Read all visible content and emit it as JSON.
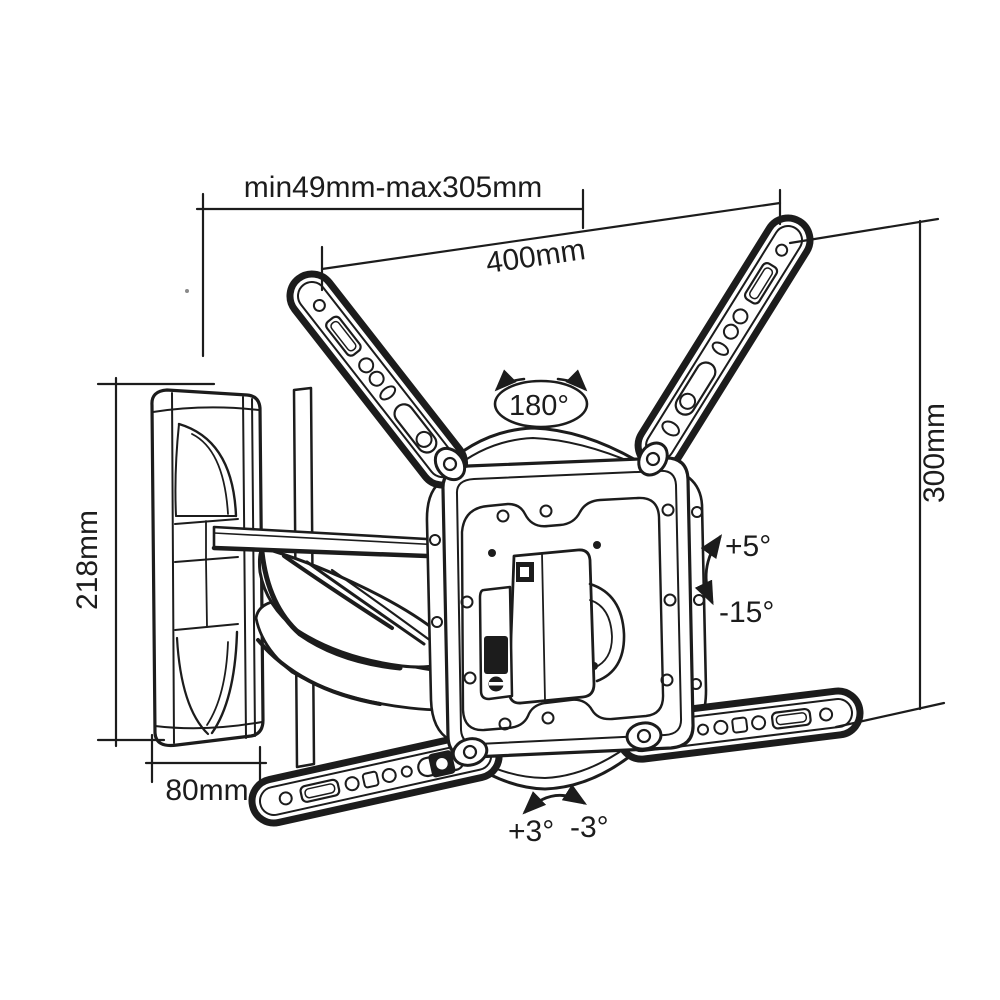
{
  "figure": {
    "type": "technical line drawing",
    "subject": "Articulating full-motion TV wall mount bracket with dimension annotations",
    "background": "#ffffff",
    "ink": "#1c1c1c"
  },
  "dimensions": {
    "extension_range": "min49mm-max305mm",
    "arm_span": "400mm",
    "height_span": "300mm",
    "wall_plate_height": "218mm",
    "wall_plate_width": "80mm"
  },
  "angles": {
    "swivel": "180°",
    "tilt_up": "+5°",
    "tilt_down": "-15°",
    "level_plus": "+3°",
    "level_minus": "-3°"
  }
}
